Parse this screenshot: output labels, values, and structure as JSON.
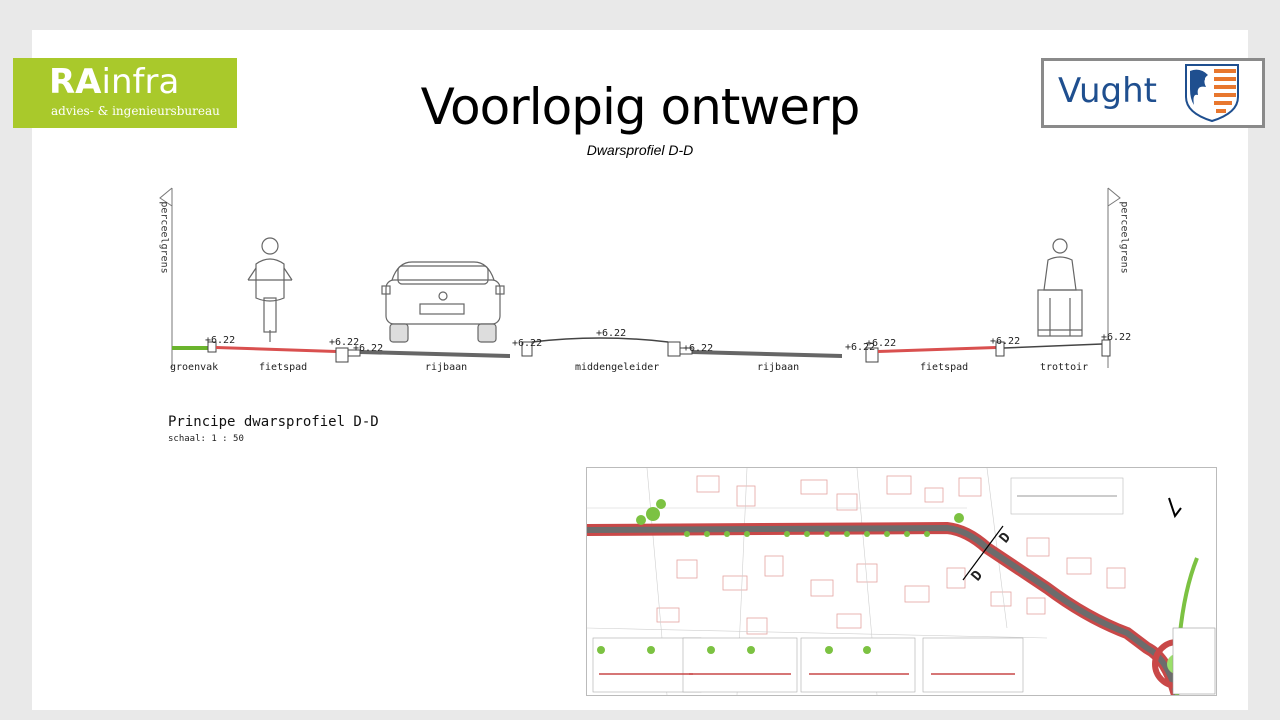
{
  "header": {
    "title": "Voorlopig ontwerp",
    "subtitle": "Dwarsprofiel D-D"
  },
  "logos": {
    "ra": {
      "main_bold": "RA",
      "main_rest": "infra",
      "tagline": "advies- & ingenieursbureau",
      "color": "#a9c92b"
    },
    "vught": {
      "text": "Vught",
      "color": "#1f4f8f"
    }
  },
  "profile": {
    "boundary_label": "perceelgrens",
    "level_label": "+6.22",
    "segments": [
      "groenvak",
      "fietspad",
      "rijbaan",
      "middengeleider",
      "rijbaan",
      "fietspad",
      "trottoir"
    ],
    "colors": {
      "groenvak": "#6ab42d",
      "fietspad": "#d9504f",
      "rijbaan": "#666666"
    },
    "caption": "Principe dwarsprofiel D-D",
    "scale": "schaal: 1 : 50"
  },
  "map": {
    "section_label": "D",
    "colors": {
      "road": "#c94848",
      "green": "#7cc242"
    }
  }
}
